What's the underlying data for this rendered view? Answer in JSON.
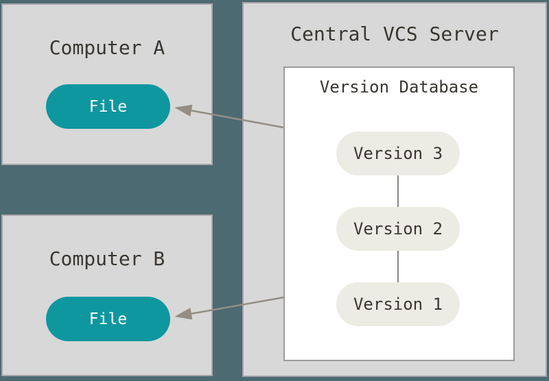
{
  "colors": {
    "background": "#4c6a72",
    "box_fill": "#d8d8d8",
    "box_border": "#a9a5aa",
    "white_box": "#ffffff",
    "white_box_border": "#9b9b9b",
    "file_pill": "#0f97a0",
    "file_text": "#ffffff",
    "version_pill": "#edece4",
    "text": "#3a3631",
    "arrow": "#938d85",
    "connector": "#8a857f"
  },
  "computer_a": {
    "title": "Computer A",
    "file_label": "File"
  },
  "computer_b": {
    "title": "Computer B",
    "file_label": "File"
  },
  "server": {
    "title": "Central VCS Server",
    "database": {
      "title": "Version Database",
      "versions": [
        {
          "label": "Version 3"
        },
        {
          "label": "Version 2"
        },
        {
          "label": "Version 1"
        }
      ]
    }
  }
}
